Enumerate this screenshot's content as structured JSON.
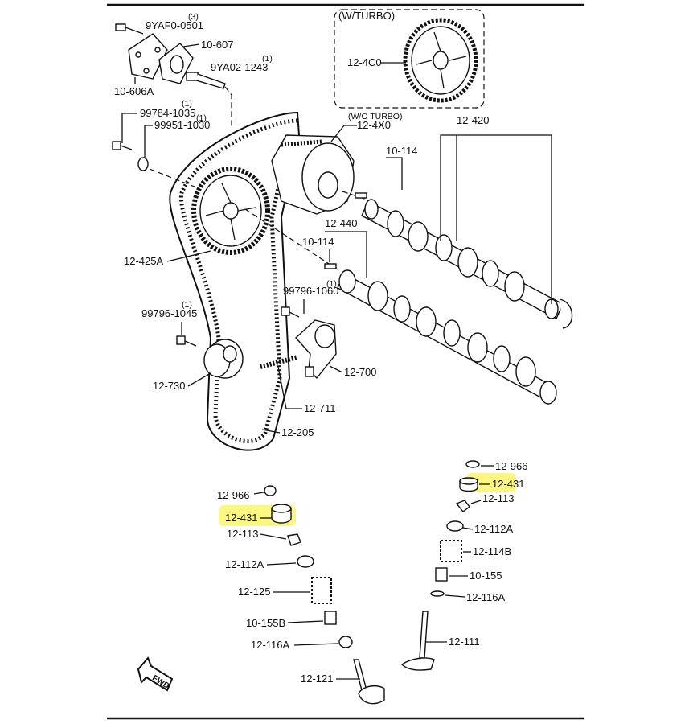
{
  "box_title": "(W/TURBO)",
  "labels": {
    "p9yaf0_qty": "(3)",
    "p9yaf0": "9YAF0-0501",
    "p10_607": "10-607",
    "p10_606a": "10-606A",
    "p9ya02_qty": "(1)",
    "p9ya02": "9YA02-1243",
    "p99784_qty": "(1)",
    "p99784": "99784-1035",
    "p99951_qty": "(1)",
    "p99951": "99951-1030",
    "p12_4c0": "12-4C0",
    "wo_turbo": "(W/O TURBO)",
    "p12_4x0": "12-4X0",
    "p12_420": "12-420",
    "p10_114_top": "10-114",
    "p12_440": "12-440",
    "p10_114_mid": "10-114",
    "p12_425a": "12-425A",
    "p99796_1060_qty": "(1)",
    "p99796_1060": "99796-1060",
    "p99796_1045_qty": "(1)",
    "p99796_1045": "99796-1045",
    "p12_700": "12-700",
    "p12_730": "12-730",
    "p12_711": "12-711",
    "p12_205": "12-205",
    "r12_966": "12-966",
    "r12_431": "12-431",
    "r12_113": "12-113",
    "r12_112a": "12-112A",
    "r12_114b": "12-114B",
    "r10_155": "10-155",
    "r12_116a": "12-116A",
    "r12_111": "12-111",
    "l12_966": "12-966",
    "l12_431": "12-431",
    "l12_113": "12-113",
    "l12_112a": "12-112A",
    "l12_125": "12-125",
    "l10_155b": "10-155B",
    "l12_116a": "12-116A",
    "l12_121": "12-121",
    "fwd": "FWD"
  },
  "colors": {
    "highlight": "#fbf35a",
    "ink": "#111111"
  }
}
